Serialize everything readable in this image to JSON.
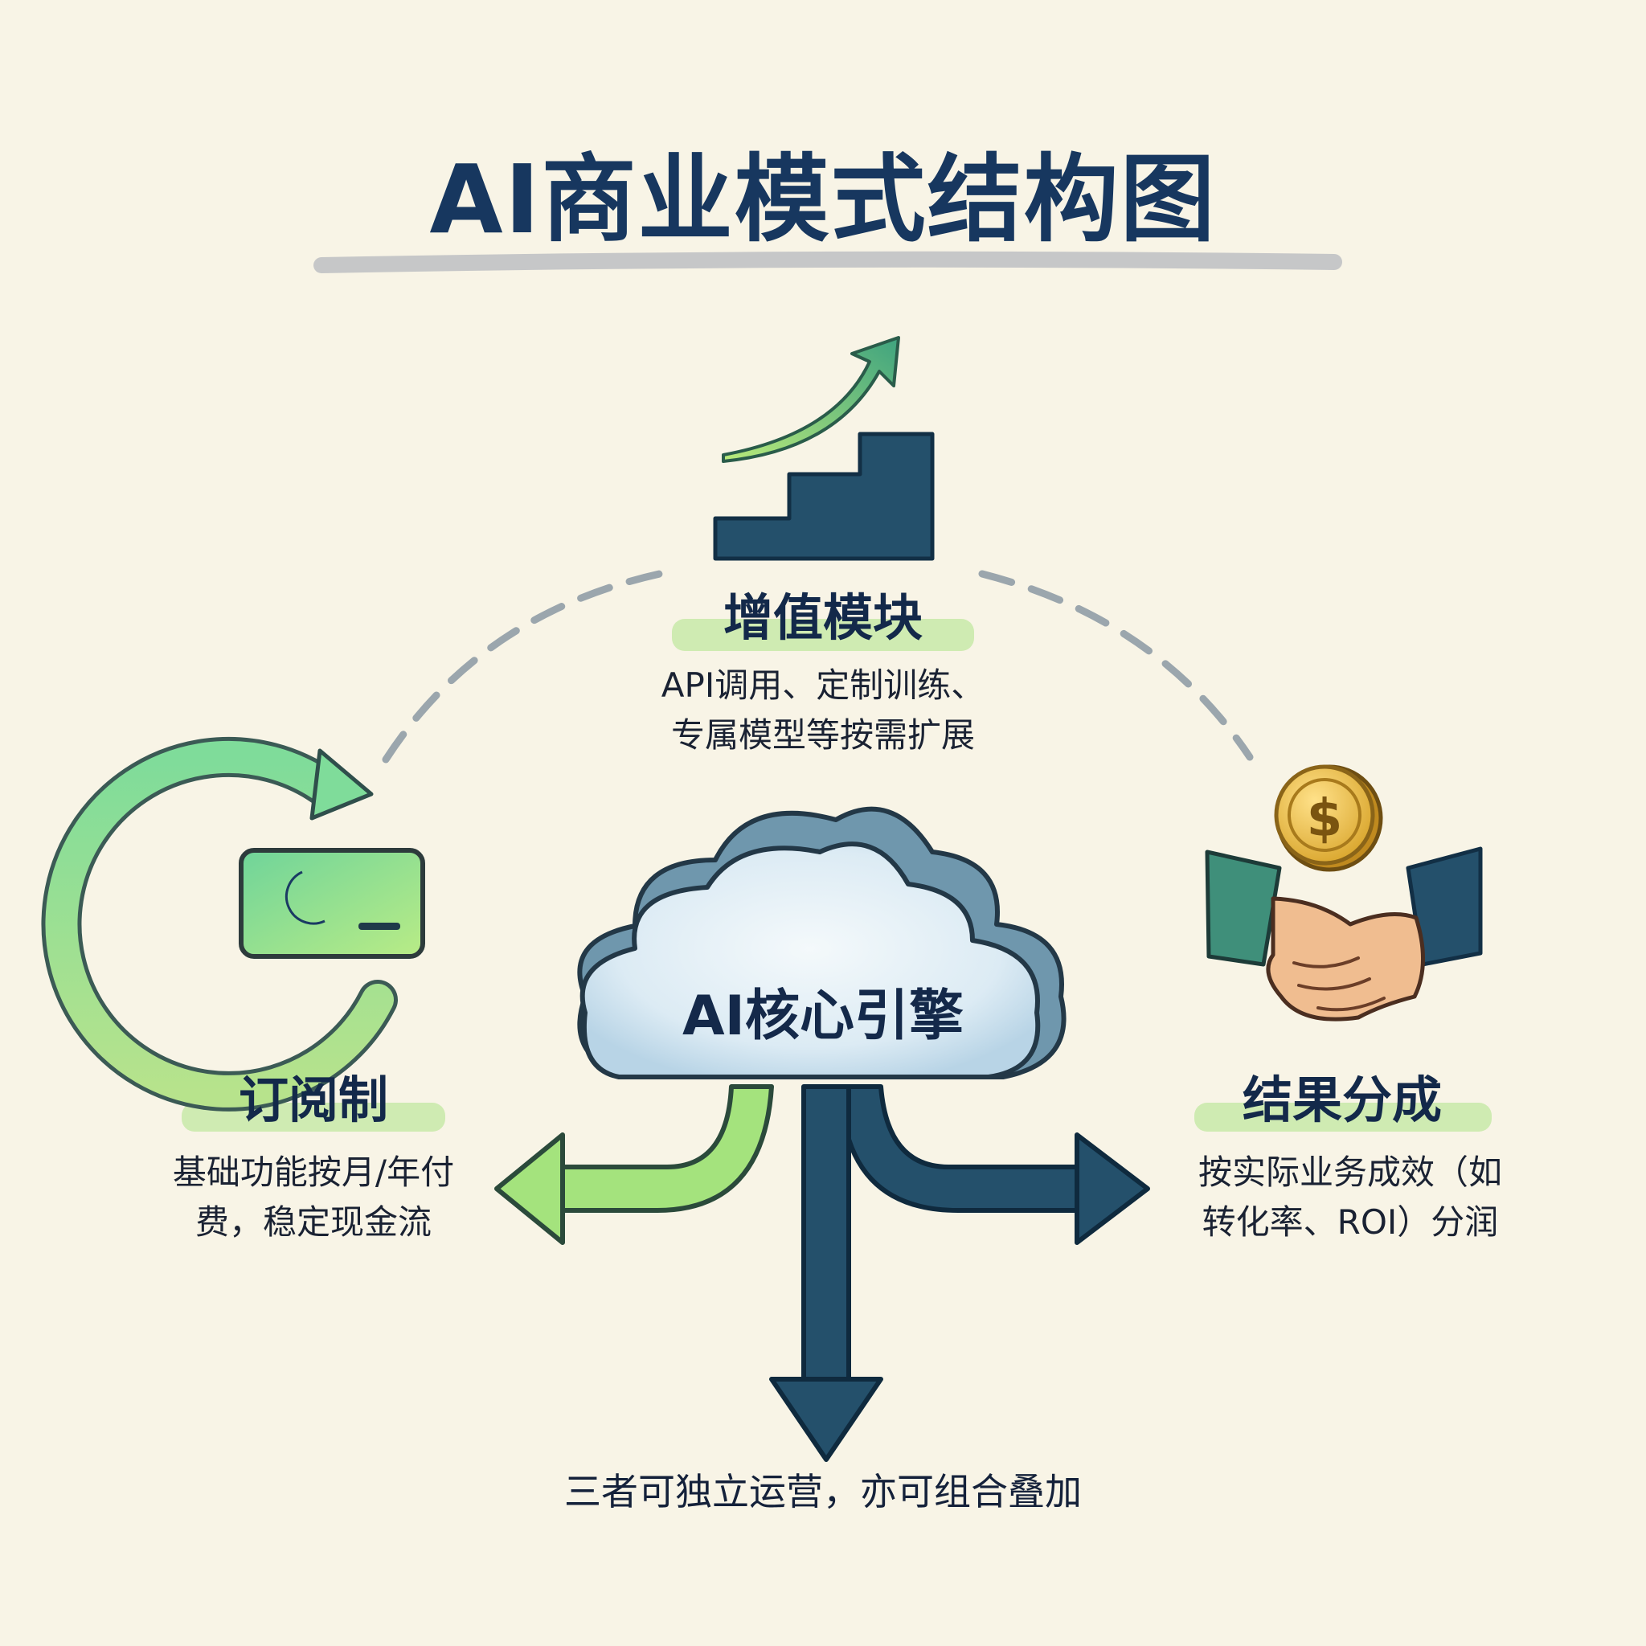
{
  "title": "AI商业模式结构图",
  "core": {
    "label": "AI核心引擎"
  },
  "modules": {
    "value_added": {
      "title": "增值模块",
      "desc_line1": "API调用、定制训练、",
      "desc_line2": "专属模型等按需扩展",
      "icon": "rising-stairs-arrow-icon"
    },
    "subscription": {
      "title": "订阅制",
      "desc_line1": "基础功能按月/年付",
      "desc_line2": "费，稳定现金流",
      "icon": "recurring-card-icon"
    },
    "revenue_share": {
      "title": "结果分成",
      "desc_line1": "按实际业务成效（如",
      "desc_line2": "转化率、ROI）分润",
      "icon": "handshake-coin-icon",
      "coin_symbol": "$"
    }
  },
  "footer_note": "三者可独立运营，亦可组合叠加",
  "colors": {
    "background": "#f8f4e6",
    "navy": "#24506b",
    "teal_green": "#3f8f7a",
    "light_green": "#9fe07a",
    "mint": "#7fdc9a",
    "title_blue": "#17375f",
    "highlight_green": "#c8e9a8",
    "gold": "#e0b23a",
    "cloud_blue": "#cfe4f2",
    "dash_gray": "#9ba6ad"
  }
}
